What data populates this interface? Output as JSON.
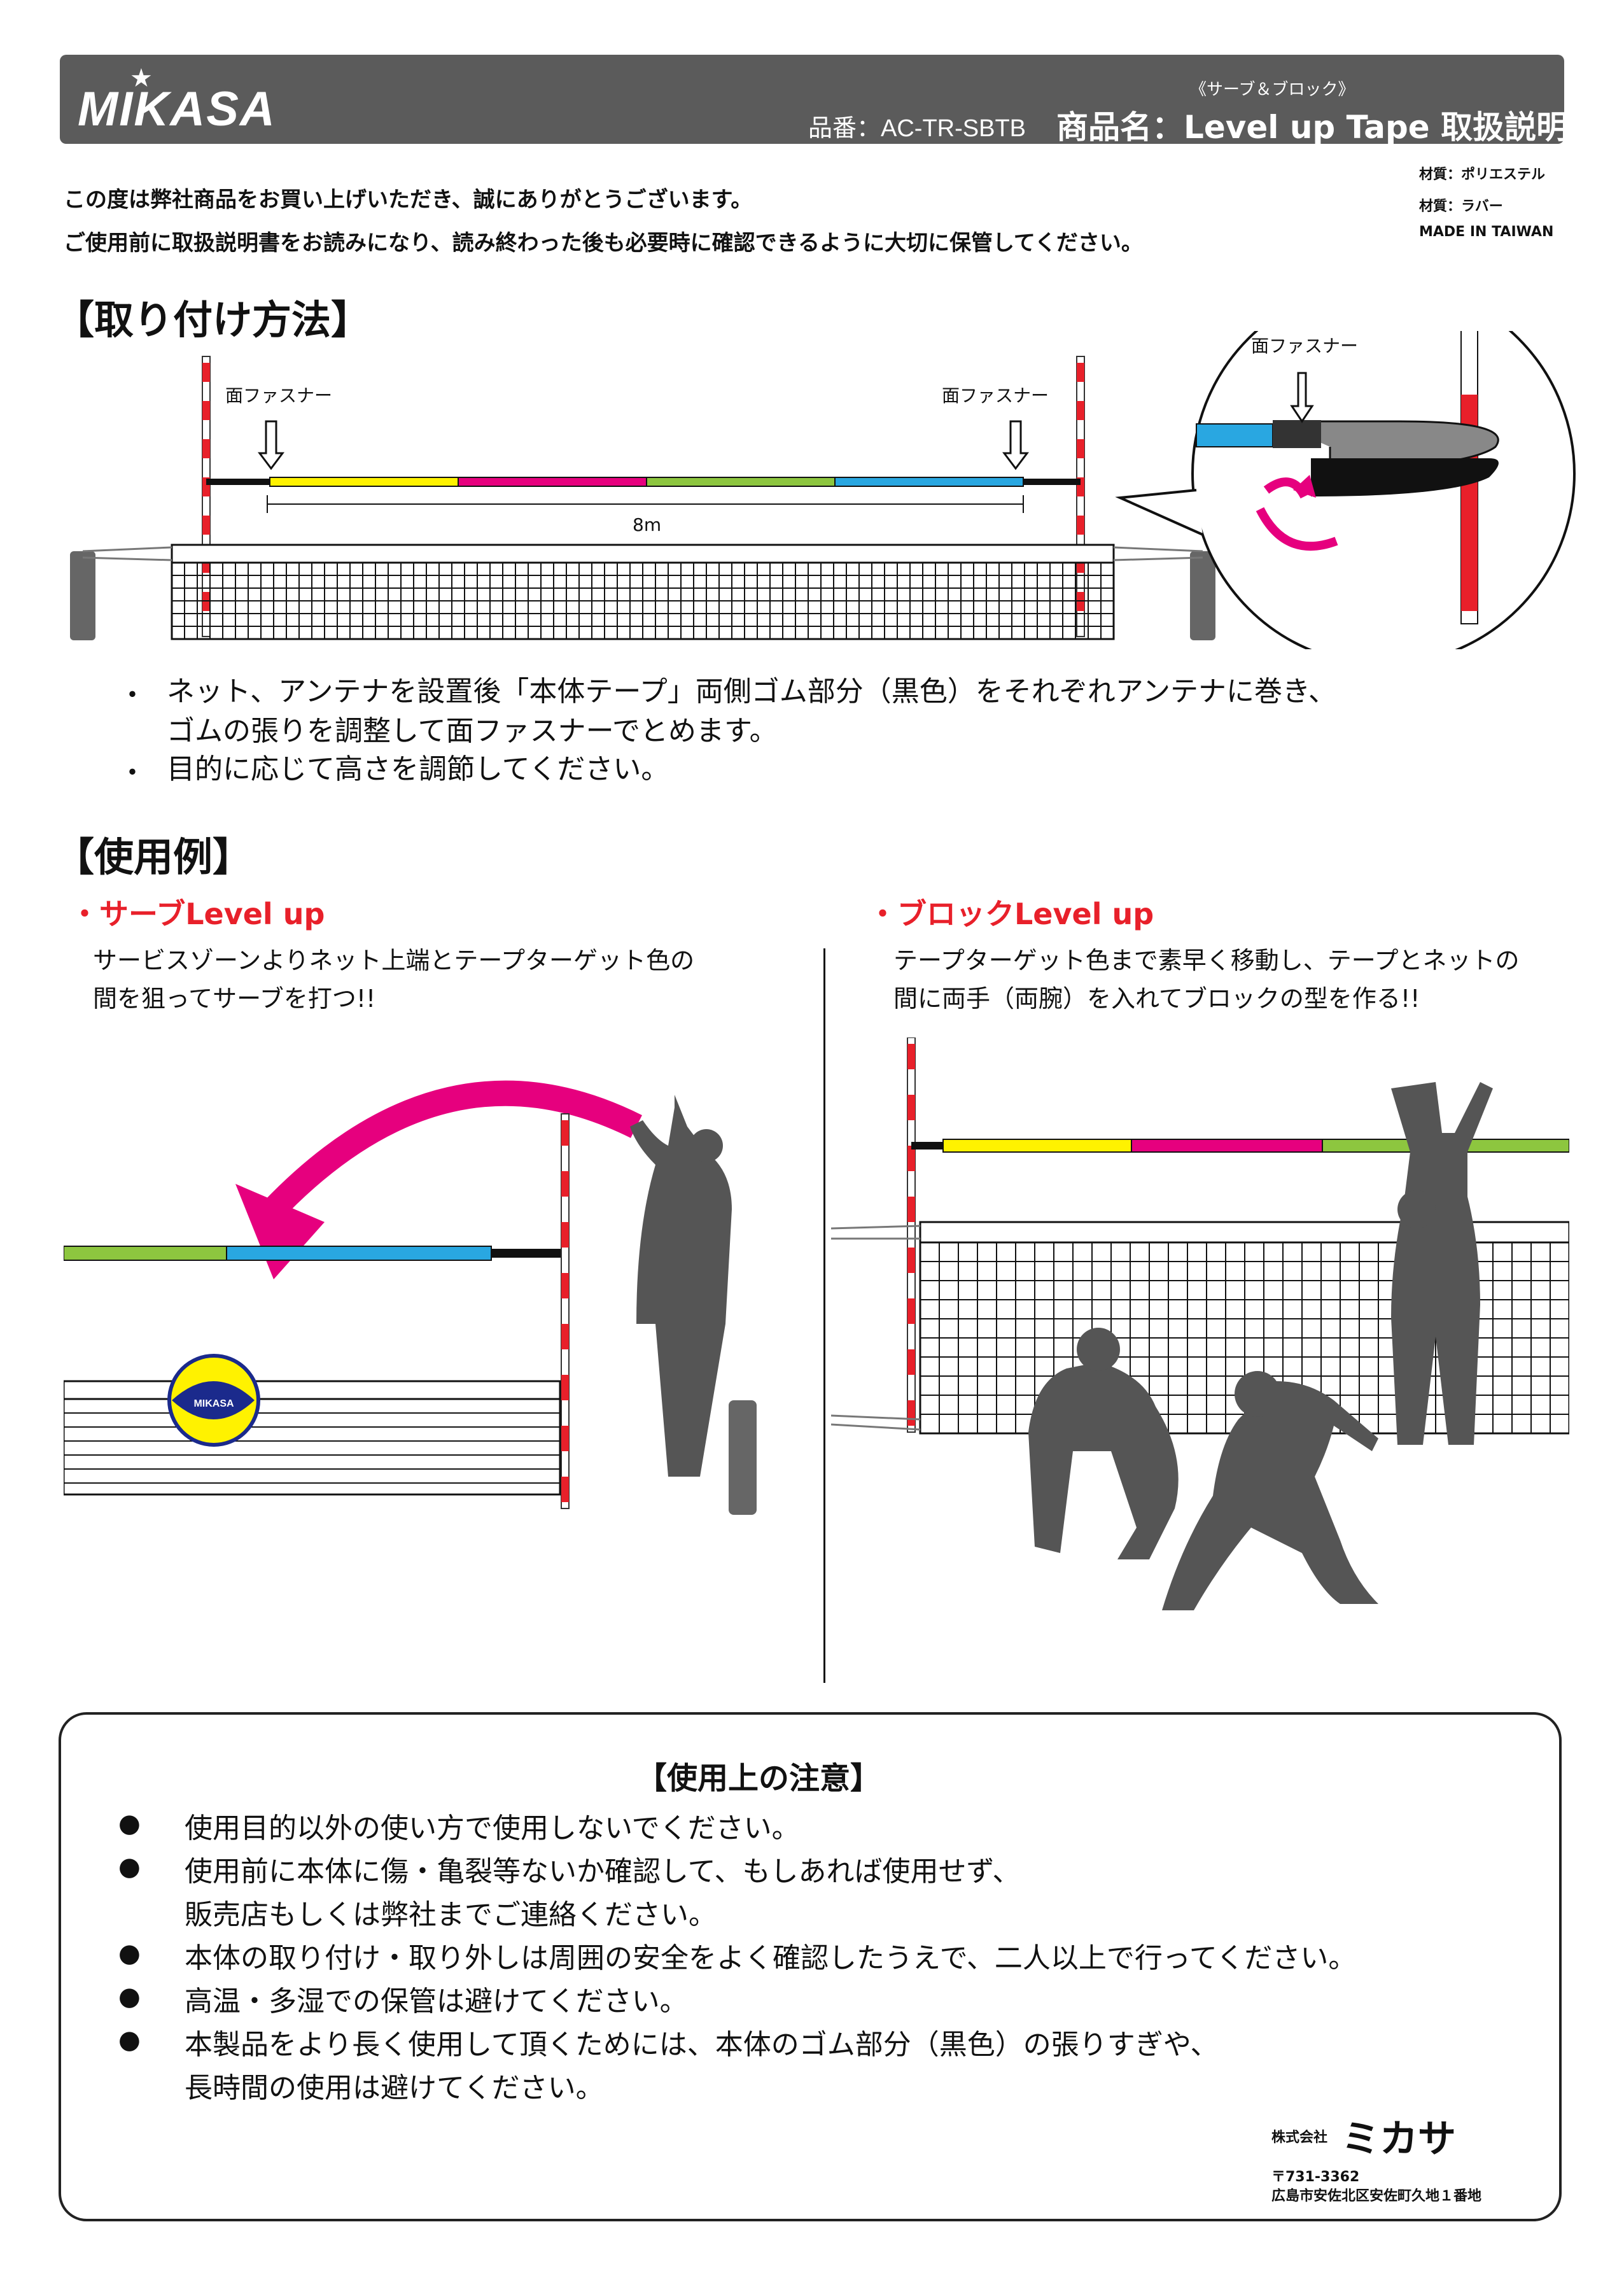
{
  "header": {
    "brand": "MIKASA",
    "product_code": "品番：AC-TR-SBTB",
    "product_sub": "《サーブ＆ブロック》",
    "product_name": "商品名：Level up Tape 取扱説明書"
  },
  "materials": [
    "材質：ポリエステル",
    "材質：ラバー",
    "MADE IN TAIWAN"
  ],
  "intro": [
    "この度は弊社商品をお買い上げいただき、誠にありがとうございます。",
    "ご使用前に取扱説明書をお読みになり、読み終わった後も必要時に確認できるように大切に保管してください。"
  ],
  "install": {
    "title": "【取り付け方法】",
    "label_left": "面ファスナー",
    "label_right": "面ファスナー",
    "label_zoom": "面ファスナー",
    "length": "8m",
    "bullet_mark": "・",
    "bullets": [
      "ネット、アンテナを設置後「本体テープ」両側ゴム部分（黒色）をそれぞれアンテナに巻き、",
      "ゴムの張りを調整して面ファスナーでとめます。",
      "目的に応じて高さを調節してください。"
    ]
  },
  "usage": {
    "title": "【使用例】",
    "serve_title": "・サーブLevel up",
    "serve_desc": [
      "サービスゾーンよりネット上端とテープターゲット色の",
      "間を狙ってサーブを打つ!!"
    ],
    "block_title": "・ブロックLevel up",
    "block_desc": [
      "テープターゲット色まで素早く移動し、テープとネットの",
      "間に両手（両腕）を入れてブロックの型を作る!!"
    ],
    "ball_brand": "MIKASA"
  },
  "notice": {
    "title": "【使用上の注意】",
    "bullet": "●",
    "items": [
      "使用目的以外の使い方で使用しないでください。",
      "使用前に本体に傷・亀裂等ないか確認して、もしあれば使用せず、",
      "販売店もしくは弊社までご連絡ください。",
      "本体の取り付け・取り外しは周囲の安全をよく確認したうえで、二人以上で行ってください。",
      "高温・多湿での保管は避けてください。",
      "本製品をより長く使用して頂くためには、本体のゴム部分（黒色）の張りすぎや、",
      "長時間の使用は避けてください。"
    ]
  },
  "company": {
    "prefix": "株式会社",
    "name": "ミカサ",
    "postal": "〒731-3362",
    "address": "広島市安佐北区安佐町久地１番地"
  },
  "colors": {
    "header_bg": "#5b5b5b",
    "yellow": "#fff200",
    "magenta": "#e6007e",
    "green": "#8dc63f",
    "blue": "#29a7e1",
    "red": "#e8202a",
    "silhouette": "#555555"
  }
}
